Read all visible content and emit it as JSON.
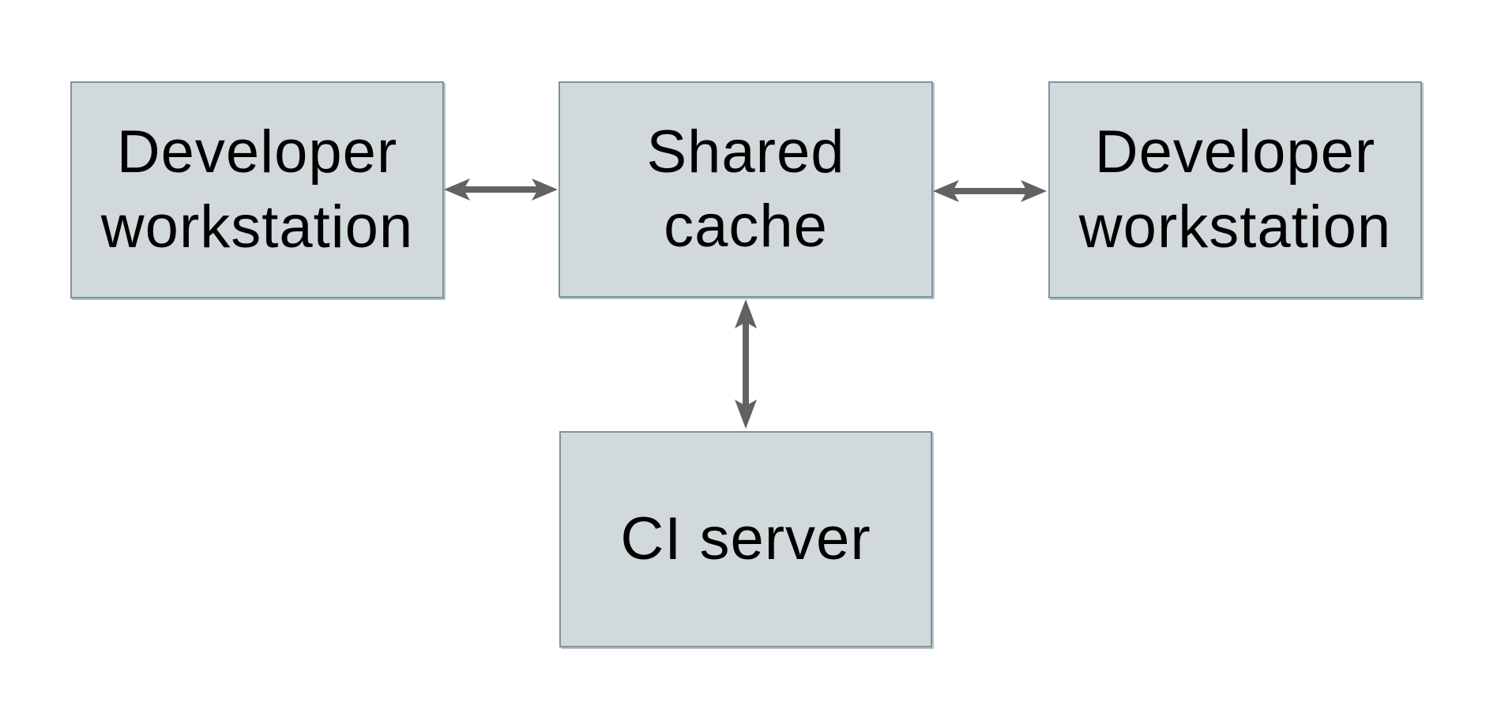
{
  "diagram": {
    "nodes": [
      {
        "id": "developer-workstation-left",
        "label": "Developer\nworkstation"
      },
      {
        "id": "shared-cache",
        "label": "Shared\ncache"
      },
      {
        "id": "developer-workstation-right",
        "label": "Developer\nworkstation"
      },
      {
        "id": "ci-server",
        "label": "CI server"
      }
    ],
    "edges": [
      {
        "from": "developer-workstation-left",
        "to": "shared-cache",
        "type": "bidirectional",
        "orientation": "horizontal"
      },
      {
        "from": "shared-cache",
        "to": "developer-workstation-right",
        "type": "bidirectional",
        "orientation": "horizontal"
      },
      {
        "from": "shared-cache",
        "to": "ci-server",
        "type": "bidirectional",
        "orientation": "vertical"
      }
    ]
  },
  "colors": {
    "background": "#ffffff",
    "node_fill": "#d2d9db",
    "node_border": "#7e939e",
    "arrow": "#616264",
    "text": "#000000"
  }
}
